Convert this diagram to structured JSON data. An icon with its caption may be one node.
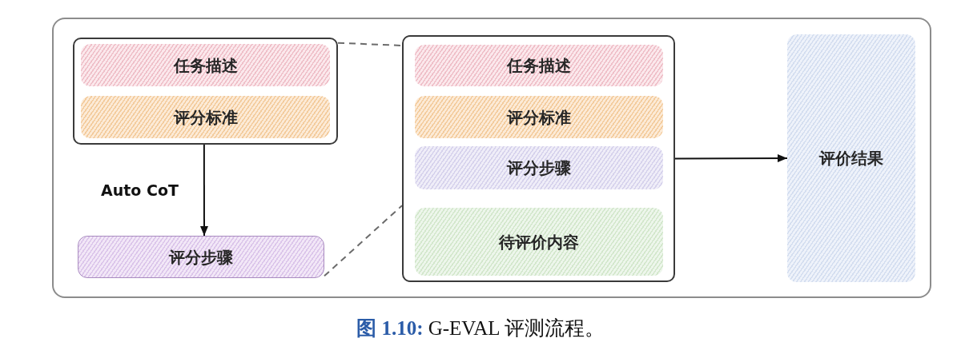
{
  "diagram": {
    "caption": "**图 1.10:** G-EVAL 评测流程。",
    "nodes": [
      {
        "text": [],
        "shape": "box"
      },
      {
        "text": [
          "任务描述"
        ],
        "in": 0
      },
      {
        "text": [
          "评分标准"
        ],
        "in": 0
      },
      {
        "text": [
          "评分步骤"
        ]
      },
      {
        "text": [],
        "shape": "box"
      },
      {
        "text": [
          "任务描述"
        ],
        "in": 4
      },
      {
        "text": [
          "评分标准"
        ],
        "in": 4
      },
      {
        "text": [
          "评分步骤"
        ],
        "in": 4
      },
      {
        "text": [
          "待评价内容"
        ],
        "in": 4
      },
      {
        "text": [
          "评价结果"
        ]
      }
    ],
    "edges": [
      {
        "from": 0,
        "to": 3,
        "arrow": "to",
        "label": "Auto CoT"
      },
      {
        "from": 4,
        "to": 9,
        "arrow": "to"
      },
      {
        "from": 0,
        "to": 4,
        "arrow": "none",
        "style": "dashed",
        "color": "#6b6b6b"
      },
      {
        "from": 3,
        "to": 4,
        "arrow": "none",
        "style": "dashed",
        "color": "#6b6b6b"
      }
    ]
  }
}
